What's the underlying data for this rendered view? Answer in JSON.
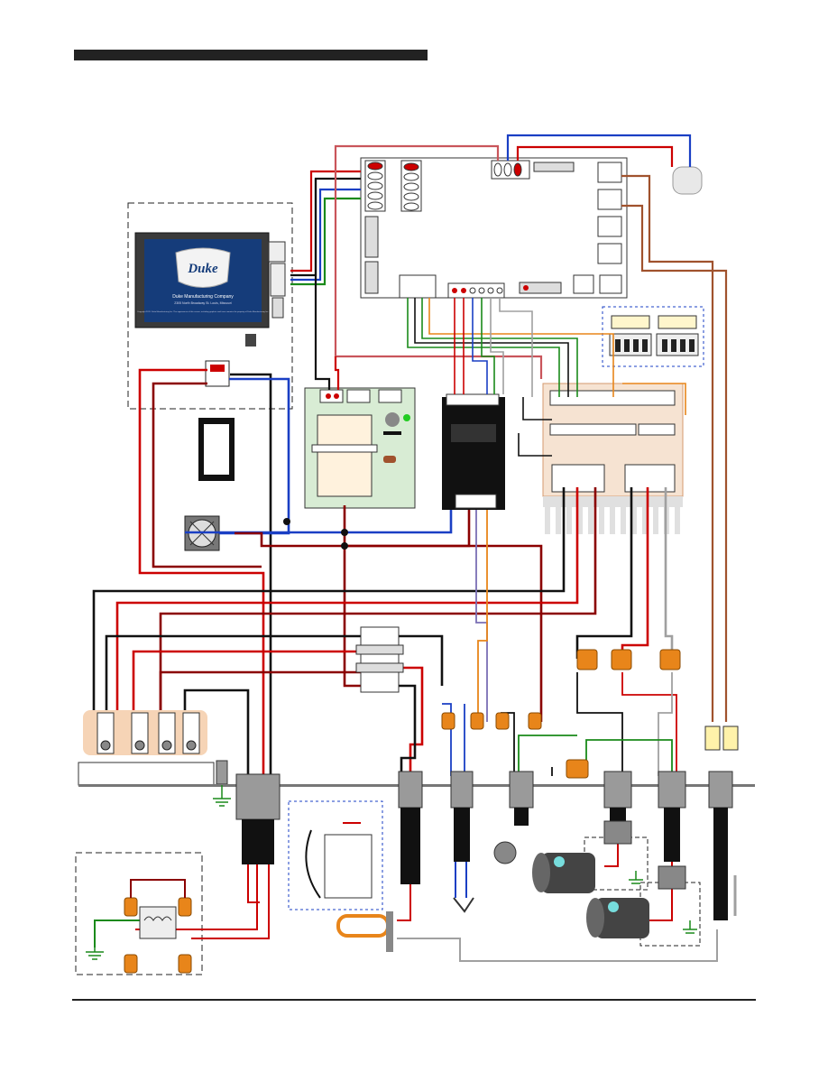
{
  "display": {
    "brand": "Duke",
    "company": "Duke Manufacturing Company",
    "address": "2305 North Broadway St. Louis, Missouri",
    "copyright": "Copyright 2011. Duke Manufacturing Inc. The appearance of this screen, including graphics and icons remains the property of Duke Manufacturing Inc."
  },
  "colors": {
    "line": "#cc0000",
    "neutral": "#111111",
    "hot2": "#8b0000",
    "blue": "#1a3fc4",
    "green": "#1a8a1a",
    "gray": "#a0a0a0",
    "orange": "#e8851a",
    "brown": "#a0522d",
    "pink": "#c9555b",
    "purple": "#7a6fb5"
  }
}
